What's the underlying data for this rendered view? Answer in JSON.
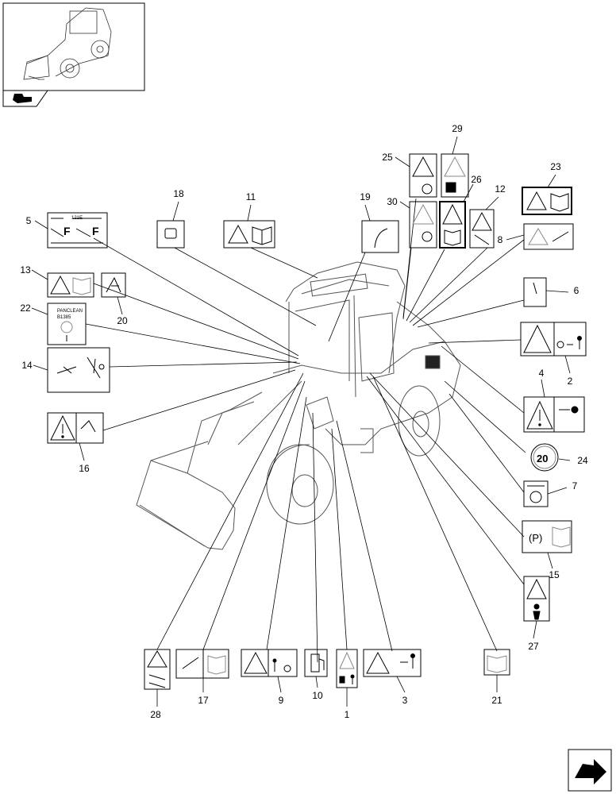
{
  "diagram": {
    "callouts": [
      {
        "id": "c1",
        "label": "1"
      },
      {
        "id": "c2",
        "label": "2"
      },
      {
        "id": "c3",
        "label": "3"
      },
      {
        "id": "c4",
        "label": "4"
      },
      {
        "id": "c5",
        "label": "5"
      },
      {
        "id": "c6",
        "label": "6"
      },
      {
        "id": "c7",
        "label": "7"
      },
      {
        "id": "c8",
        "label": "8"
      },
      {
        "id": "c9",
        "label": "9"
      },
      {
        "id": "c10",
        "label": "10"
      },
      {
        "id": "c11",
        "label": "11"
      },
      {
        "id": "c12",
        "label": "12"
      },
      {
        "id": "c13",
        "label": "13"
      },
      {
        "id": "c14",
        "label": "14"
      },
      {
        "id": "c15",
        "label": "15"
      },
      {
        "id": "c16",
        "label": "16"
      },
      {
        "id": "c17",
        "label": "17"
      },
      {
        "id": "c18",
        "label": "18"
      },
      {
        "id": "c19",
        "label": "19"
      },
      {
        "id": "c20",
        "label": "20"
      },
      {
        "id": "c21",
        "label": "21"
      },
      {
        "id": "c22",
        "label": "22"
      },
      {
        "id": "c23",
        "label": "23"
      },
      {
        "id": "c24",
        "label": "24"
      },
      {
        "id": "c25",
        "label": "25"
      },
      {
        "id": "c26",
        "label": "26"
      },
      {
        "id": "c27",
        "label": "27"
      },
      {
        "id": "c28",
        "label": "28"
      },
      {
        "id": "c29",
        "label": "29"
      },
      {
        "id": "c30",
        "label": "30"
      }
    ],
    "decal_texts": {
      "panclean_line1": "PANCLEAN",
      "panclean_line2": "B1385",
      "parking": "(P)",
      "speed": "20",
      "model": "121E"
    },
    "icons": {
      "thumbnail": "wheel-loader-thumbnail",
      "view_indicator": "hand-view-icon",
      "next_page": "next-page-arrow-icon"
    }
  }
}
